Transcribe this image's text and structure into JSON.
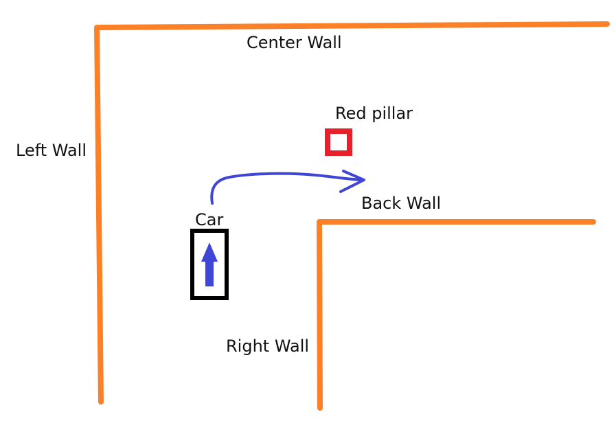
{
  "labels": {
    "center_wall": "Center Wall",
    "left_wall": "Left Wall",
    "red_pillar": "Red pillar",
    "back_wall": "Back Wall",
    "car": "Car",
    "right_wall": "Right Wall"
  },
  "colors": {
    "wall": "#fb8028",
    "pillar": "#e8202a",
    "car_outline": "#000000",
    "arrow": "#3f46d6"
  },
  "icons": {
    "car_direction": "arrow-up-icon",
    "path": "curved-arrow-right-icon"
  }
}
